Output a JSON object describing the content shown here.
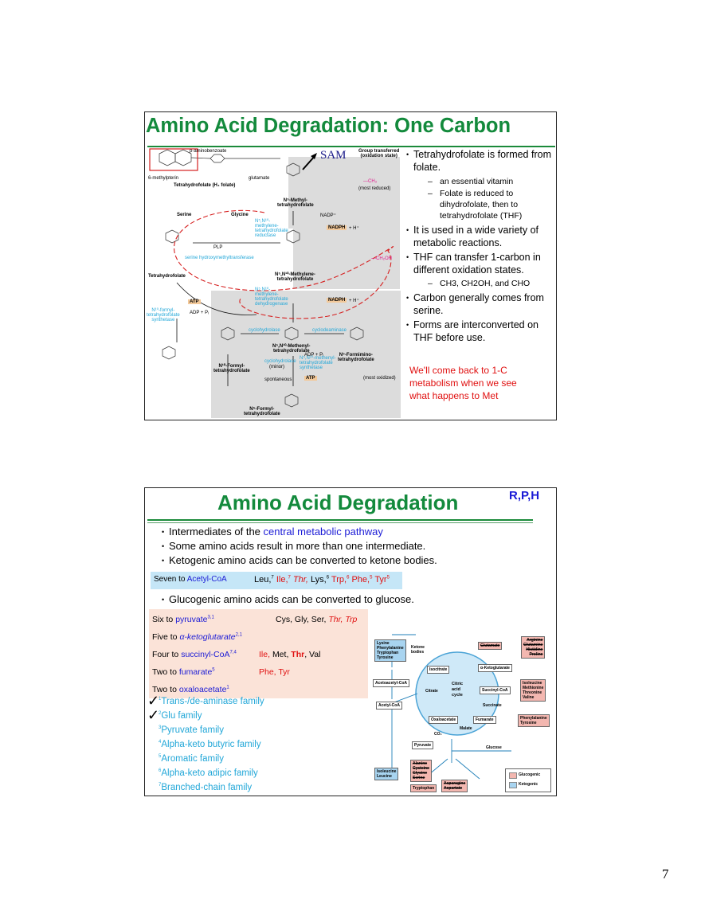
{
  "page_number": "7",
  "slide1": {
    "title": "Amino Acid Degradation: One Carbon",
    "sam_label": "SAM",
    "bullets": [
      {
        "text": "Tetrahydrofolate is formed from folate.",
        "subs": [
          "an essential vitamin",
          "Folate is reduced to dihydrofolate, then to tetrahydrofolate (THF)"
        ]
      },
      {
        "text": "It is used in a wide variety of metabolic reactions.",
        "subs": []
      },
      {
        "text": "THF can transfer 1-carbon in different oxidation states.",
        "subs": [
          "CH3, CH2OH, and CHO"
        ]
      },
      {
        "text": "Carbon generally comes from serine.",
        "subs": []
      },
      {
        "text": "Forms are interconverted on THF before use.",
        "subs": []
      }
    ],
    "note_lines": [
      "We'll come back to 1-C",
      "metabolism when we see",
      "what happens to Met"
    ],
    "diagram": {
      "top_labels": [
        "p-aminobenzoate",
        "6-methylpterin",
        "glutamate",
        "Tetrahydrofolate (H₄ folate)"
      ],
      "group_header": [
        "Group transferred",
        "(oxidation state)"
      ],
      "methyl_thf": [
        "N⁵-Methyl-",
        "tetrahydrofolate"
      ],
      "ch3": "—CH₃",
      "most_reduced": "(most reduced)",
      "serine": "Serine",
      "glycine": "Glycine",
      "reductase": "N⁵,N¹⁰-methylene-tetrahydrofolate reductase",
      "nadp": "NADP⁺",
      "nadph": "NADPH",
      "plus_h": "+ H⁺",
      "plp": "PLP",
      "shmt": "serine hydroxymethyltransferase",
      "thf": "Tetrahydrofolate",
      "ch2oh": "—CH₂OH",
      "methylene_thf": [
        "N⁵,N¹⁰-Methylene-",
        "tetrahydrofolate"
      ],
      "dehydrogenase": "N⁵,N¹⁰-methylene-tetrahydrofolate dehydrogenase",
      "atp": "ATP",
      "adp": "ADP + Pᵢ",
      "formyl_synth": [
        "N¹⁰-formyl-",
        "tetrahydrofolate",
        "synthetase"
      ],
      "cyclohydrolase": "cyclohydrolase",
      "cyclodeaminase": "cyclodeaminase",
      "methenyl_thf": [
        "N⁵,N¹⁰-Methenyl-",
        "tetrahydrofolate"
      ],
      "formimino_thf": [
        "N⁵-Formimino-",
        "tetrahydrofolate"
      ],
      "n10_formyl": [
        "N¹⁰-Formyl-",
        "tetrahydrofolate"
      ],
      "minor": "(minor)",
      "spontaneous": "spontaneous",
      "methenyl_synth": "N⁵,N¹⁰-methenyl-tetrahydrofolate synthetase",
      "most_oxidized": "(most oxidized)",
      "n5_formyl": [
        "N⁵-Formyl-",
        "tetrahydrofolate"
      ]
    }
  },
  "slide2": {
    "title": "Amino Acid Degradation",
    "corner": "R,P,H",
    "bullets": [
      {
        "pre": "Intermediates of the ",
        "hl": "central metabolic pathway"
      },
      {
        "pre": "Some amino acids result in more than one intermediate.",
        "hl": ""
      },
      {
        "pre": "Ketogenic amino acids can be converted to ketone bodies.",
        "hl": ""
      }
    ],
    "ketogenic_box": {
      "pre": "Seven to ",
      "hl": "Acetyl-CoA",
      "aas": [
        {
          "t": "Leu,",
          "sup": "7",
          "c": "black"
        },
        {
          "t": "Ile,",
          "sup": "7",
          "c": "red"
        },
        {
          "t": "Thr,",
          "sup": "",
          "c": "red"
        },
        {
          "t": "Lys,",
          "sup": "6",
          "c": "black"
        },
        {
          "t": "Trp,",
          "sup": "6",
          "c": "red"
        },
        {
          "t": "Phe,",
          "sup": "5",
          "c": "red"
        },
        {
          "t": "Tyr",
          "sup": "5",
          "c": "red"
        }
      ]
    },
    "gluco_bullet": "Glucogenic amino acids can be converted to glucose.",
    "gluco_rows": [
      {
        "pre": "Six to ",
        "hl": "pyruvate",
        "sup": "3,1",
        "aas": "Cys, Gly, Ser, ",
        "aas_red": "Thr, Trp"
      },
      {
        "pre": "Five to ",
        "hl": "α-ketoglutarate",
        "sup": "2,1",
        "aas": "",
        "aas_red": ""
      },
      {
        "pre": "Four to ",
        "hl": "succinyl-CoA",
        "sup": "7,4",
        "aas": "Met, ",
        "aas_red": "Ile, ",
        "thr": "Thr",
        "val": ", Val"
      },
      {
        "pre": "Two to ",
        "hl": "fumarate",
        "sup": "5",
        "aas": "",
        "aas_red": "Phe, Tyr"
      },
      {
        "pre": "Two to ",
        "hl": "oxaloacetate",
        "sup": "1",
        "aas": "",
        "aas_red": ""
      }
    ],
    "families": [
      {
        "n": "1",
        "t": "Trans-/de-aminase family",
        "check": true
      },
      {
        "n": "2",
        "t": "Glu family",
        "check": true
      },
      {
        "n": "3",
        "t": "Pyruvate family",
        "check": false
      },
      {
        "n": "4",
        "t": "Alpha-keto butyric family",
        "check": false
      },
      {
        "n": "5",
        "t": "Aromatic family",
        "check": false
      },
      {
        "n": "6",
        "t": "Alpha-keto adipic family",
        "check": false
      },
      {
        "n": "7",
        "t": "Branched-chain family",
        "check": false
      }
    ],
    "check_mark": "✓",
    "pathway": {
      "lys_group": [
        "Lysine",
        "Phenylalanine",
        "Tryptophan",
        "Tyrosine"
      ],
      "ketone": [
        "Ketone",
        "bodies"
      ],
      "glutamate": "Glutamate",
      "arg_group": [
        "Arginine",
        "Glutamine",
        "Histidine",
        "Proline"
      ],
      "isocitrate": "Isocitrate",
      "akg": "α-Ketoglutarate",
      "acetoacetyl": "Acetoacetyl-CoA",
      "citrate": "Citrate",
      "cac": [
        "Citric",
        "acid",
        "cycle"
      ],
      "succinyl": "Succinyl-CoA",
      "ile_group": [
        "Isoleucine",
        "Methionine",
        "Threonine",
        "Valine"
      ],
      "acetyl": "Acetyl-CoA",
      "succinate": "Succinate",
      "oaa": "Oxaloacetate",
      "fumarate": "Fumarate",
      "phe_group": [
        "Phenylalanine",
        "Tyrosine"
      ],
      "malate": "Malate",
      "co2": "CO₂",
      "pyruvate": "Pyruvate",
      "glucose": "Glucose",
      "ala_group": [
        "Alanine",
        "Cysteine",
        "Glycine",
        "Serine"
      ],
      "il_group": [
        "Isoleucine",
        "Leucine"
      ],
      "tryptophan": "Tryptophan",
      "asn_group": [
        "Asparagine",
        "Aspartate"
      ],
      "legend_glucogenic": "Glucogenic",
      "legend_ketogenic": "Ketogenic",
      "colors": {
        "glucogenic": "#f3b7b0",
        "ketogenic": "#a8d4f0",
        "cycle": "#cfe9f8"
      }
    }
  }
}
